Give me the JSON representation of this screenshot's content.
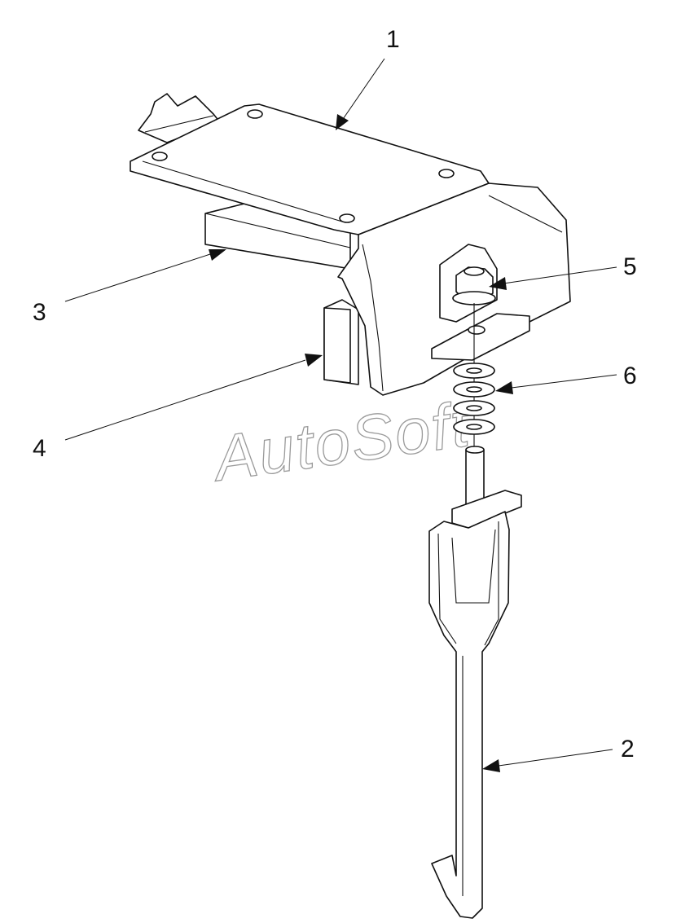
{
  "diagram": {
    "callouts": [
      {
        "id": "1",
        "label": "1"
      },
      {
        "id": "2",
        "label": "2"
      },
      {
        "id": "3",
        "label": "3"
      },
      {
        "id": "4",
        "label": "4"
      },
      {
        "id": "5",
        "label": "5"
      },
      {
        "id": "6",
        "label": "6"
      }
    ],
    "watermark": "AutoSoft"
  },
  "colors": {
    "line": "#111111",
    "background": "#ffffff",
    "watermark_outline": "#9a9a9a"
  }
}
